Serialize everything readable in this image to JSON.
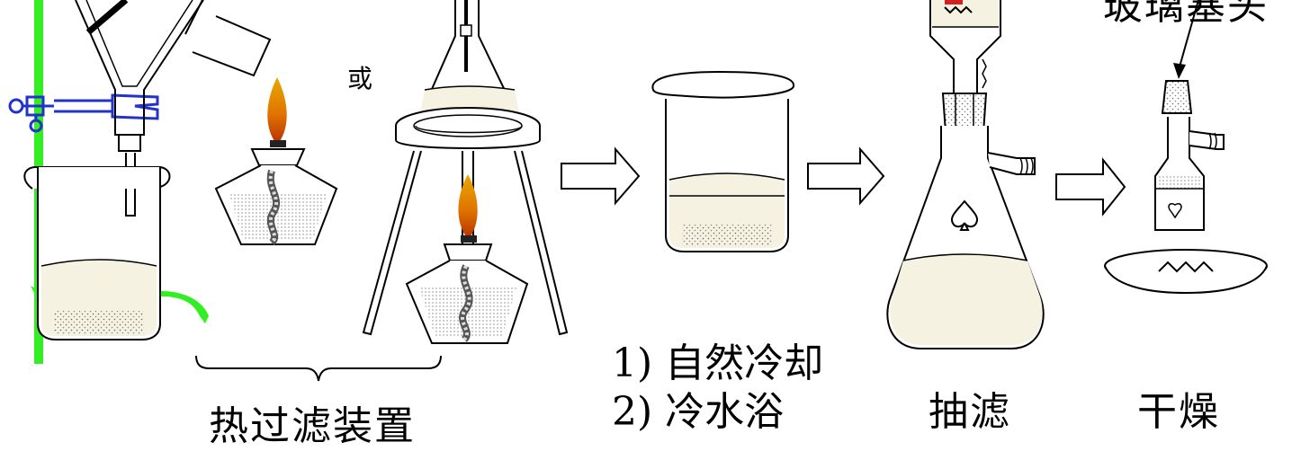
{
  "labels": {
    "or_text": "或",
    "hot_filtration": "热过滤装置",
    "cooling_step1": "1) 自然冷却",
    "cooling_step2": "2) 冷水浴",
    "suction_filtration": "抽滤",
    "drying": "干燥",
    "top_right_partial": "玻璃塞头"
  },
  "colors": {
    "stand": "#33ee22",
    "clamp": "#2233cc",
    "flame_outer": "#e8a800",
    "flame_inner": "#d84a00",
    "liquid": "#f6f2e2",
    "line": "#000000"
  }
}
